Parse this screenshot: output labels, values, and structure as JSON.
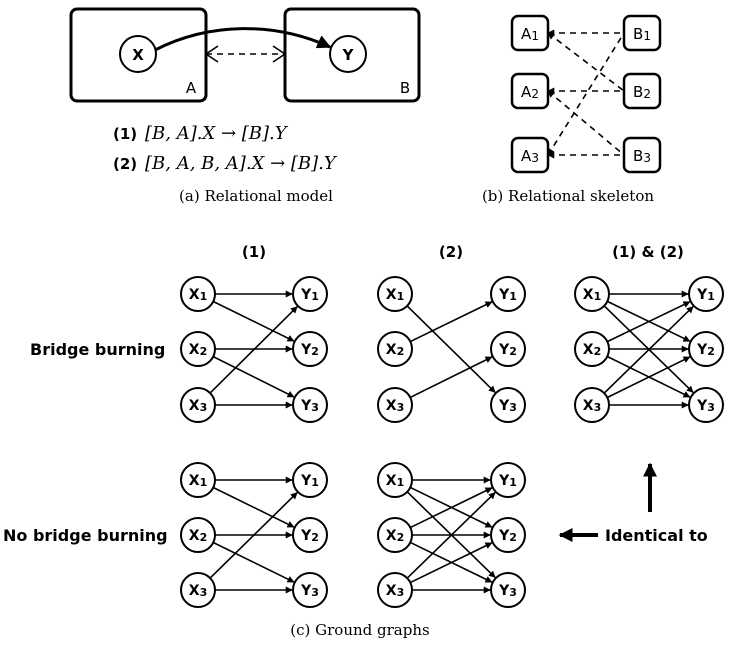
{
  "panel_a": {
    "entity_a": "A",
    "entity_b": "B",
    "attr_x": "X",
    "attr_y": "Y",
    "path1_num": "(1)",
    "path1_expr": "[B, A].X → [B].Y",
    "path2_num": "(2)",
    "path2_expr": "[B, A, B, A].X → [B].Y",
    "caption": "(a) Relational model"
  },
  "panel_b": {
    "caption": "(b) Relational skeleton",
    "a_nodes": [
      {
        "letter": "A",
        "sub": "1"
      },
      {
        "letter": "A",
        "sub": "2"
      },
      {
        "letter": "A",
        "sub": "3"
      }
    ],
    "b_nodes": [
      {
        "letter": "B",
        "sub": "1"
      },
      {
        "letter": "B",
        "sub": "2"
      },
      {
        "letter": "B",
        "sub": "3"
      }
    ]
  },
  "panel_c": {
    "caption": "(c) Ground graphs",
    "col1": "(1)",
    "col2": "(2)",
    "col3": "(1) & (2)",
    "row1": "Bridge burning",
    "row2": "No bridge burning",
    "identical": "Identical to",
    "x_letter": "X",
    "y_letter": "Y",
    "subs": [
      "1",
      "2",
      "3"
    ]
  },
  "ground_edges": {
    "bridge_1": [
      [
        1,
        1
      ],
      [
        1,
        2
      ],
      [
        2,
        2
      ],
      [
        2,
        3
      ],
      [
        3,
        1
      ],
      [
        3,
        3
      ]
    ],
    "bridge_2": [
      [
        1,
        3
      ],
      [
        2,
        1
      ],
      [
        3,
        2
      ]
    ],
    "bridge_12": [
      [
        1,
        1
      ],
      [
        1,
        2
      ],
      [
        1,
        3
      ],
      [
        2,
        1
      ],
      [
        2,
        2
      ],
      [
        2,
        3
      ],
      [
        3,
        1
      ],
      [
        3,
        2
      ],
      [
        3,
        3
      ]
    ],
    "nobridge_1": [
      [
        1,
        1
      ],
      [
        1,
        2
      ],
      [
        2,
        2
      ],
      [
        2,
        3
      ],
      [
        3,
        1
      ],
      [
        3,
        3
      ]
    ],
    "nobridge_2": [
      [
        1,
        1
      ],
      [
        1,
        2
      ],
      [
        1,
        3
      ],
      [
        2,
        1
      ],
      [
        2,
        2
      ],
      [
        2,
        3
      ],
      [
        3,
        1
      ],
      [
        3,
        2
      ],
      [
        3,
        3
      ]
    ]
  }
}
